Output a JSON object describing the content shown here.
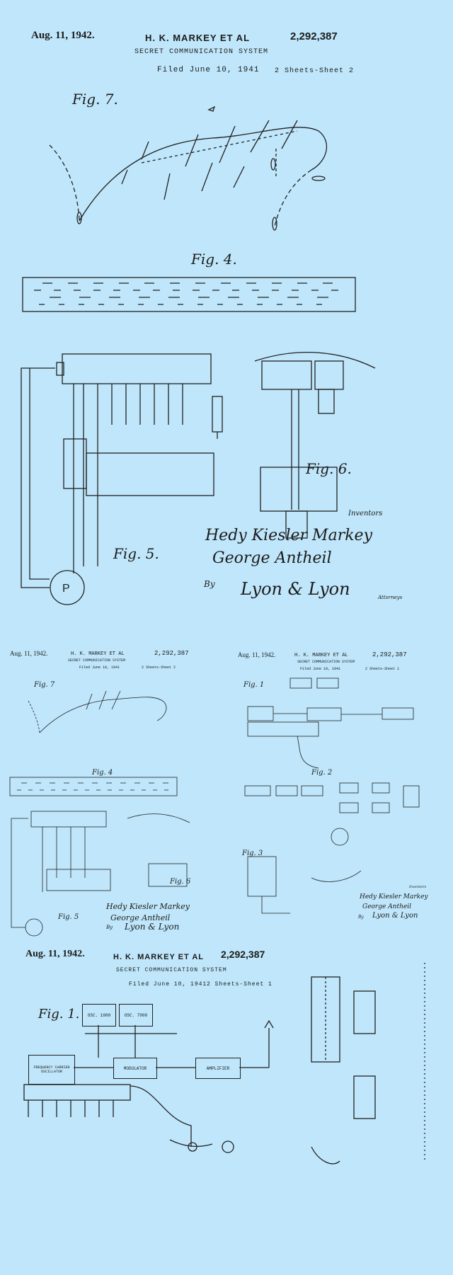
{
  "sheet2": {
    "date": "Aug. 11, 1942.",
    "inventor": "H. K. MARKEY ET AL",
    "patent_number": "2,292,387",
    "title": "SECRET COMMUNICATION SYSTEM",
    "filed": "Filed June 10, 1941",
    "sheets": "2 Sheets-Sheet 2",
    "fig7": "Fig. 7.",
    "fig4": "Fig. 4.",
    "fig5": "Fig. 5.",
    "fig6": "Fig. 6.",
    "inventors_label": "Inventors",
    "signature_1": "Hedy Kiesler Markey",
    "signature_2": "George Antheil",
    "by": "By",
    "attorney": "Lyon & Lyon",
    "attorneys_label": "Attorneys"
  },
  "thumb_left": {
    "date": "Aug. 11, 1942.",
    "inventor": "H. K. MARKEY ET AL",
    "patent_number": "2,292,387",
    "title": "SECRET COMMUNICATION SYSTEM",
    "filed": "Filed June 10, 1941",
    "sheets": "2 Sheets-Sheet 2",
    "fig7": "Fig. 7",
    "fig4": "Fig. 4",
    "fig5": "Fig. 5",
    "fig6": "Fig. 6",
    "signature_1": "Hedy Kiesler Markey",
    "signature_2": "George Antheil",
    "by": "By",
    "attorney": "Lyon & Lyon"
  },
  "thumb_right": {
    "date": "Aug. 11, 1942.",
    "inventor": "H. K. MARKEY ET AL",
    "patent_number": "2,292,387",
    "title": "SECRET COMMUNICATION SYSTEM",
    "filed": "Filed June 10, 1941",
    "sheets": "2 Sheets-Sheet 1",
    "fig1": "Fig. 1",
    "fig2": "Fig. 2",
    "fig3": "Fig. 3",
    "inventors_label": "Inventors",
    "signature_1": "Hedy Kiesler Markey",
    "signature_2": "George Antheil",
    "by": "By",
    "attorney": "Lyon & Lyon"
  },
  "sheet1": {
    "date": "Aug. 11, 1942.",
    "inventor": "H. K. MARKEY ET AL",
    "patent_number": "2,292,387",
    "title": "SECRET COMMUNICATION SYSTEM",
    "filed": "Filed June 10, 1941",
    "sheets": "2 Sheets-Sheet 1",
    "fig1": "Fig. 1.",
    "box_osc1": "OSC. 1000",
    "box_osc2": "OSC. 7000",
    "box_freq": "FREQUENCY CARRIER OSCILLATOR",
    "box_modulator": "MODULATOR",
    "box_amplifier": "AMPLIFIER"
  },
  "colors": {
    "background": "#bfe6fa",
    "ink": "#222222"
  }
}
